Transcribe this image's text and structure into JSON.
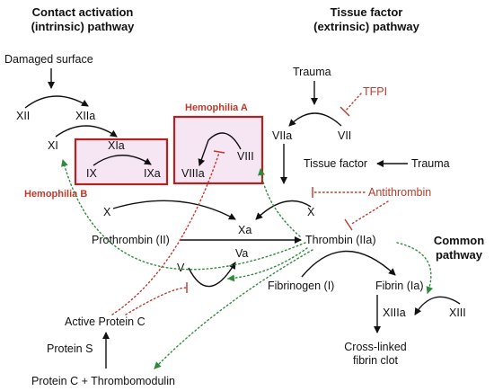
{
  "headers": {
    "intrinsic_line1": "Contact activation",
    "intrinsic_line2": "(intrinsic) pathway",
    "extrinsic_line1": "Tissue factor",
    "extrinsic_line2": "(extrinsic) pathway",
    "common_line1": "Common",
    "common_line2": "pathway"
  },
  "nodes": {
    "damaged_surface": "Damaged surface",
    "xii": "XII",
    "xiia": "XIIa",
    "xi": "XI",
    "xia": "XIa",
    "ix": "IX",
    "ixa": "IXa",
    "viiia": "VIIIa",
    "viii": "VIII",
    "x_left": "X",
    "xa": "Xa",
    "x_right": "X",
    "prothrombin": "Prothrombin (II)",
    "thrombin": "Thrombin (IIa)",
    "v": "V",
    "va": "Va",
    "fibrinogen": "Fibrinogen (I)",
    "fibrin": "Fibrin (Ia)",
    "xiiia": "XIIIa",
    "xiii": "XIII",
    "crosslinked_line1": "Cross-linked",
    "crosslinked_line2": "fibrin clot",
    "active_protein_c": "Active Protein C",
    "protein_s": "Protein S",
    "protein_c_thrombomodulin": "Protein C + Thrombomodulin",
    "trauma_top": "Trauma",
    "viia": "VIIa",
    "vii": "VII",
    "tissue_factor": "Tissue factor",
    "trauma_right": "Trauma"
  },
  "inhibitors": {
    "tfpi": "TFPI",
    "antithrombin": "Antithrombin"
  },
  "highlight_boxes": {
    "hemophilia_a": "Hemophilia A",
    "hemophilia_b": "Hemophilia B"
  },
  "colors": {
    "activation_arrow": "#111111",
    "feedback_dotted": "#2e8b3a",
    "inhibition": "#c0392b",
    "highlight_box_border": "#b22222",
    "highlight_box_fill": "#f6e6f3"
  }
}
